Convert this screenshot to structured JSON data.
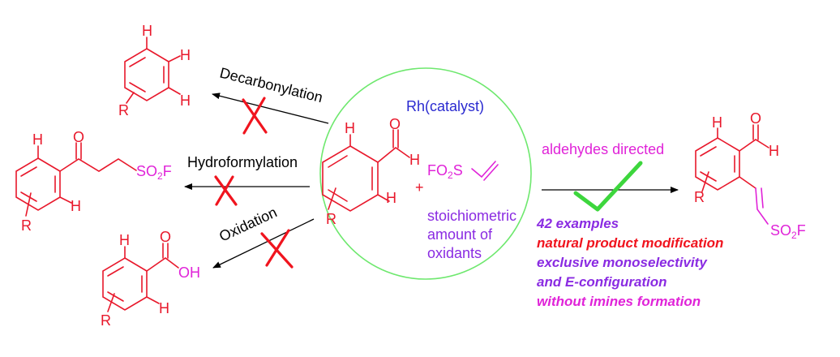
{
  "catalyst": {
    "label": "Rh(catalyst)",
    "label_color": "#2a2ad0",
    "circle_color": "#6ee86e",
    "conditions_lines": [
      "stoichiometric",
      "amount of",
      "oxidants"
    ],
    "conditions_color": "#8a2be2"
  },
  "reagent": {
    "prefix": "FO",
    "sub": "2",
    "suffix": "S",
    "plus": "+"
  },
  "substrate": {
    "atom_h1": "H",
    "atom_h2": "H",
    "atom_o": "O",
    "atom_h3": "H",
    "r_group": "R"
  },
  "side_reactions": [
    {
      "name": "Decarbonylation",
      "blocked": true
    },
    {
      "name": "Hydroformylation",
      "blocked": true
    },
    {
      "name": "Oxidation",
      "blocked": true
    }
  ],
  "side_products": {
    "decarbonylation": {
      "h_top": "H",
      "h_mid": "H",
      "h_bot": "H",
      "r": "R"
    },
    "hydroformylation": {
      "h_top": "H",
      "o": "O",
      "so2f_prefix": "SO",
      "so2f_sub": "2",
      "so2f_suffix": "F",
      "h_bot": "H",
      "r": "R"
    },
    "oxidation": {
      "h_top": "H",
      "o": "O",
      "oh": "OH",
      "h_bot": "H",
      "r": "R"
    }
  },
  "main_reaction": {
    "directing_label": "aldehydes directed",
    "directing_color": "#e023d8",
    "check_color": "#3dd63d",
    "highlights": [
      {
        "text": "42 examples",
        "color": "#8a2be2"
      },
      {
        "text": "natural product modification",
        "color": "#f0141e"
      },
      {
        "text": "exclusive monoselectivity",
        "color": "#8a2be2"
      },
      {
        "text": "and E-configuration",
        "color": "#8a2be2"
      },
      {
        "text": "without imines formation",
        "color": "#e023d8"
      }
    ]
  },
  "product": {
    "h_top": "H",
    "o": "O",
    "h_ald": "H",
    "r": "R",
    "so2f_prefix": "SO",
    "so2f_sub": "2",
    "so2f_suffix": "F"
  }
}
